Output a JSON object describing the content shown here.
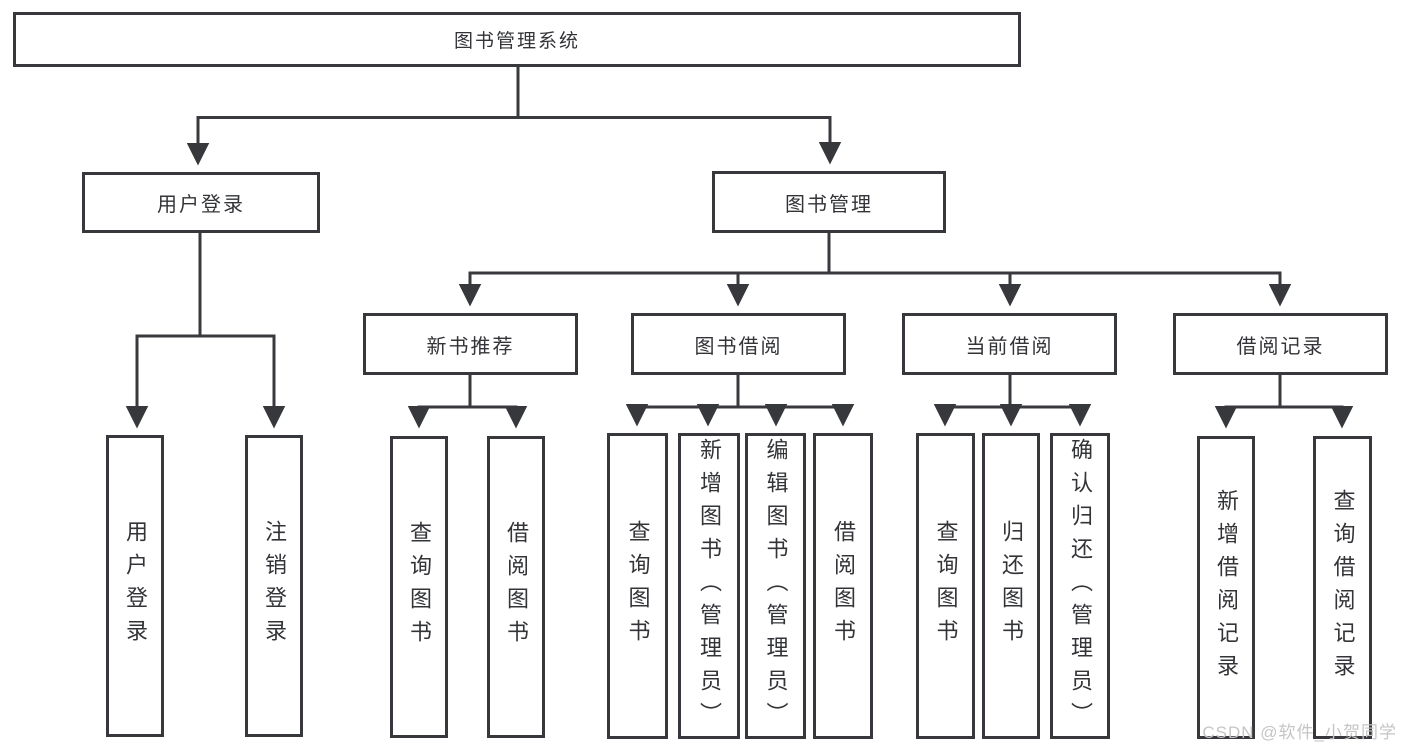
{
  "diagram_title": "图书管理系统",
  "nodes": {
    "root": "图书管理系统",
    "user_login": "用户登录",
    "book_mgmt": "图书管理",
    "new_book_rec": "新书推荐",
    "book_borrow": "图书借阅",
    "current_borrow": "当前借阅",
    "borrow_records": "借阅记录",
    "leaf_user_login": "用户登录",
    "leaf_logout": "注销登录",
    "leaf_query_book_rec": "查询图书",
    "leaf_borrow_book_rec": "借阅图书",
    "leaf_query_book_borrow": "查询图书",
    "leaf_add_book": "新增图书（管理员）",
    "leaf_edit_book": "编辑图书（管理员）",
    "leaf_borrow_book_borrow": "借阅图书",
    "leaf_query_book_current": "查询图书",
    "leaf_return_book": "归还图书",
    "leaf_confirm_return": "确认归还（管理员）",
    "leaf_add_record": "新增借阅记录",
    "leaf_query_record": "查询借阅记录"
  },
  "hierarchy": {
    "图书管理系统": [
      "用户登录",
      "图书管理"
    ],
    "用户登录": [
      "用户登录",
      "注销登录"
    ],
    "图书管理": [
      "新书推荐",
      "图书借阅",
      "当前借阅",
      "借阅记录"
    ],
    "新书推荐": [
      "查询图书",
      "借阅图书"
    ],
    "图书借阅": [
      "查询图书",
      "新增图书（管理员）",
      "编辑图书（管理员）",
      "借阅图书"
    ],
    "当前借阅": [
      "查询图书",
      "归还图书",
      "确认归还（管理员）"
    ],
    "借阅记录": [
      "新增借阅记录",
      "查询借阅记录"
    ]
  },
  "watermark": "CSDN @软件_小贺同学",
  "colors": {
    "line": "#393a3d",
    "box_border": "#37383b",
    "text": "#333438",
    "watermark": "#c5c5c5",
    "background": "#ffffff"
  }
}
